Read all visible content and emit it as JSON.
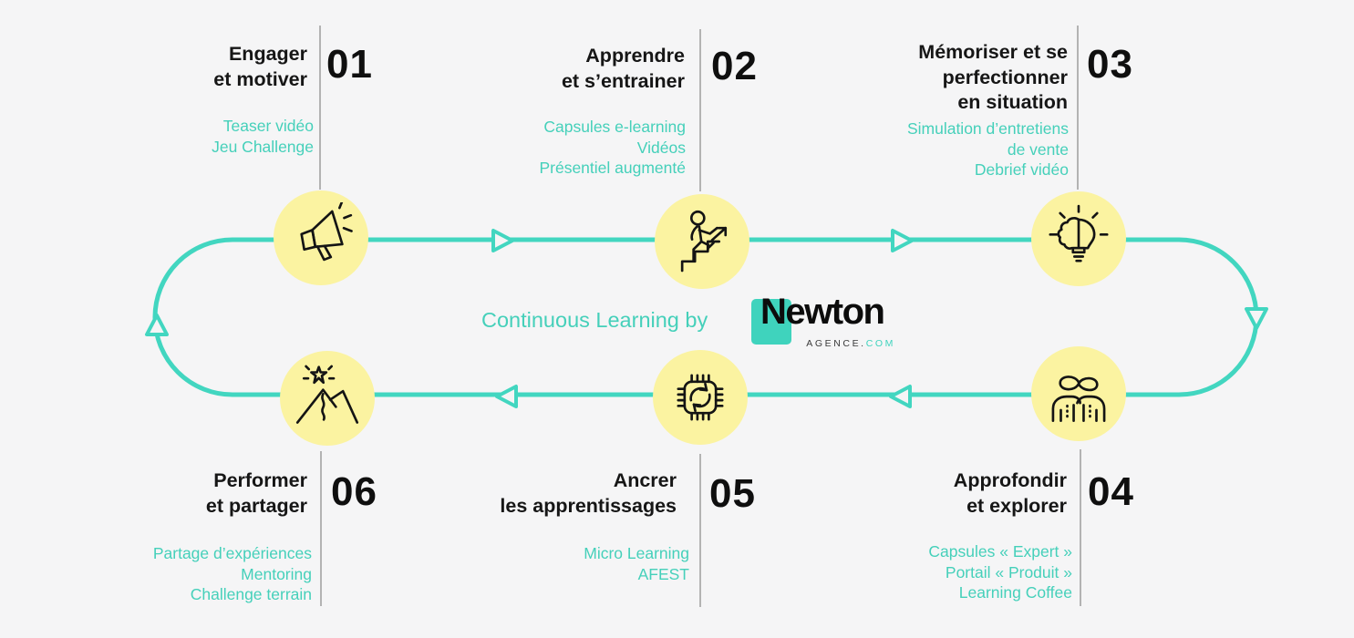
{
  "colors": {
    "teal": "#45d0ba",
    "line_teal": "#42d6c0",
    "bubble_yellow": "#fbf3a1",
    "background": "#f5f5f6",
    "text_dark": "#161616",
    "separator_gray": "#b3b3b3"
  },
  "center": {
    "caption": "Continuous Learning by",
    "logo": {
      "brand": "Newton",
      "suffix_dark": "AGENCE.",
      "suffix_teal": "COM"
    }
  },
  "steps": [
    {
      "number": "01",
      "title_lines": [
        "Engager",
        "et motiver"
      ],
      "items": [
        "Teaser vidéo",
        "Jeu Challenge"
      ],
      "icon": "megaphone-icon"
    },
    {
      "number": "02",
      "title_lines": [
        "Apprendre",
        "et s’entrainer"
      ],
      "items": [
        "Capsules e-learning",
        "Vidéos",
        "Présentiel augmenté"
      ],
      "icon": "person-climbing-stairs-icon"
    },
    {
      "number": "03",
      "title_lines": [
        "Mémoriser et se",
        "perfectionner",
        "en situation"
      ],
      "items": [
        "Simulation d’entretiens",
        "de vente",
        "Debrief vidéo"
      ],
      "icon": "brain-lightbulb-icon"
    },
    {
      "number": "04",
      "title_lines": [
        "Approfondir",
        "et explorer"
      ],
      "items": [
        "Capsules « Expert »",
        "Portail « Produit »",
        "Learning Coffee"
      ],
      "icon": "people-infinity-icon"
    },
    {
      "number": "05",
      "title_lines": [
        "Ancrer",
        "les apprentissages"
      ],
      "items": [
        "Micro Learning",
        "AFEST"
      ],
      "icon": "chip-refresh-icon"
    },
    {
      "number": "06",
      "title_lines": [
        "Performer",
        "et partager"
      ],
      "items": [
        "Partage d’expériences",
        "Mentoring",
        "Challenge terrain"
      ],
      "icon": "mountain-star-icon"
    }
  ]
}
